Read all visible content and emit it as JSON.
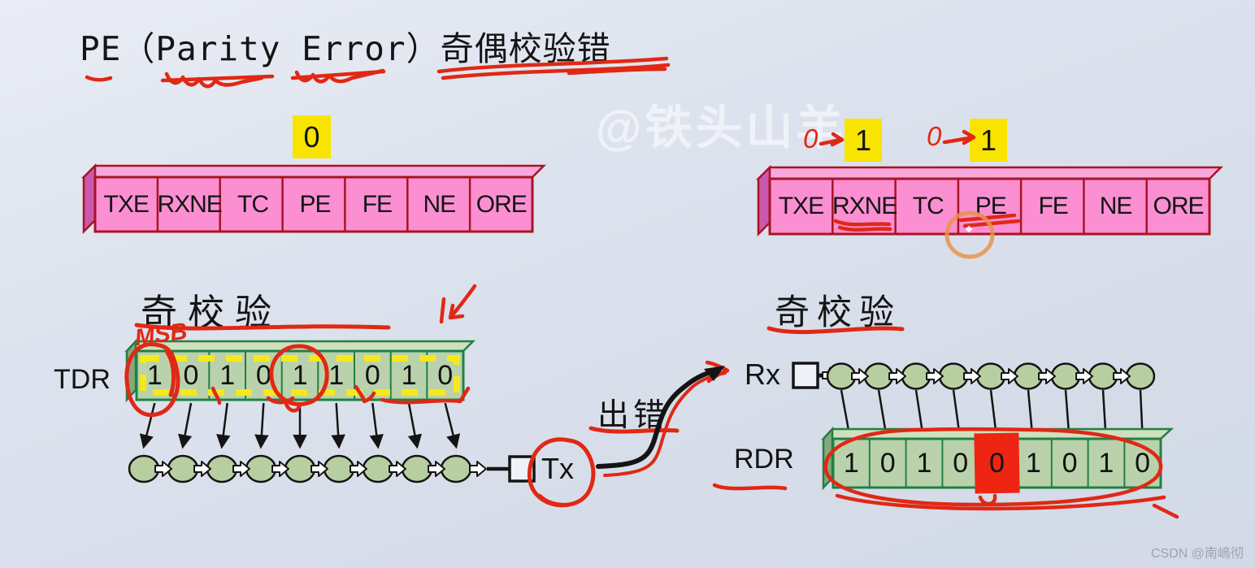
{
  "title": "PE（Parity Error）奇偶校验错",
  "watermarks": {
    "center": "@铁头山羊",
    "corner": "CSDN @南嶋彻"
  },
  "status_register": {
    "flags": [
      "TXE",
      "RXNE",
      "TC",
      "PE",
      "FE",
      "NE",
      "ORE"
    ]
  },
  "flag_values": {
    "left_pe": "0",
    "right_rxne": "1",
    "right_pe": "1"
  },
  "handwritten": {
    "msb": "MSB",
    "rxne_prev": "0",
    "pe_prev": "0"
  },
  "labels": {
    "parity_left": "奇校验",
    "parity_right": "奇校验",
    "tdr": "TDR",
    "rdr": "RDR",
    "tx": "Tx",
    "rx": "Rx",
    "error": "出错"
  },
  "tdr_bits": [
    "1",
    "0",
    "1",
    "0",
    "1",
    "1",
    "0",
    "1",
    "0"
  ],
  "rdr_bits": [
    "1",
    "0",
    "1",
    "0",
    "0",
    "1",
    "0",
    "1",
    "0"
  ],
  "colors": {
    "register_pink": "#fb8fd2",
    "register_pink_border": "#a81424",
    "register_green": "#b9d2ab",
    "register_green_border": "#218044",
    "highlight_yellow": "#f8e400",
    "annotation_red": "#e02814",
    "cursor_orange": "#e69548",
    "error_bit_red": "#ee2512"
  }
}
